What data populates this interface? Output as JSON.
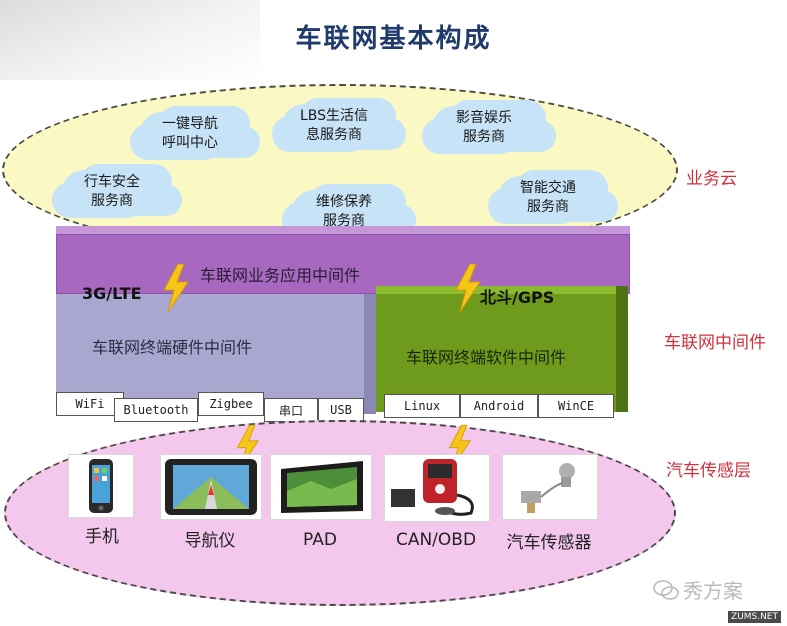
{
  "title": "车联网基本构成",
  "layers": {
    "cloud": {
      "label": "业务云",
      "services": [
        {
          "line1": "一键导航",
          "line2": "呼叫中心"
        },
        {
          "line1": "LBS生活信",
          "line2": "息服务商"
        },
        {
          "line1": "影音娱乐",
          "line2": "服务商"
        },
        {
          "line1": "行车安全",
          "line2": "服务商"
        },
        {
          "line1": "维修保养",
          "line2": "服务商"
        },
        {
          "line1": "智能交通",
          "line2": "服务商"
        }
      ]
    },
    "middleware": {
      "label": "车联网中间件",
      "app_layer": "车联网业务应用中间件",
      "hardware_layer": "车联网终端硬件中间件",
      "software_layer": "车联网终端软件中间件",
      "network_left": "3G/LTE",
      "network_right": "北斗/GPS",
      "hardware_items": [
        "WiFi",
        "Bluetooth",
        "Zigbee",
        "串口",
        "USB"
      ],
      "software_items": [
        "Linux",
        "Android",
        "WinCE"
      ]
    },
    "sensor": {
      "label": "汽车传感层",
      "devices": [
        "手机",
        "导航仪",
        "PAD",
        "CAN/OBD",
        "汽车传感器"
      ]
    }
  },
  "watermark": "秀方案",
  "watermark_small": "ZUMS.NET",
  "colors": {
    "title": "#1f3a6b",
    "side_label": "#d1303c",
    "cloud_bg": "#fbf9c3",
    "sensor_bg": "#f3c8ec",
    "app_layer": "#a769c0",
    "hardware_layer": "#a9a7cf",
    "software_layer": "#6f9b1c",
    "cloud_bubble": "#c7e3f7",
    "bolt": "#f5c518"
  },
  "icons": [
    "lightning-bolt-icon",
    "wechat-icon"
  ]
}
